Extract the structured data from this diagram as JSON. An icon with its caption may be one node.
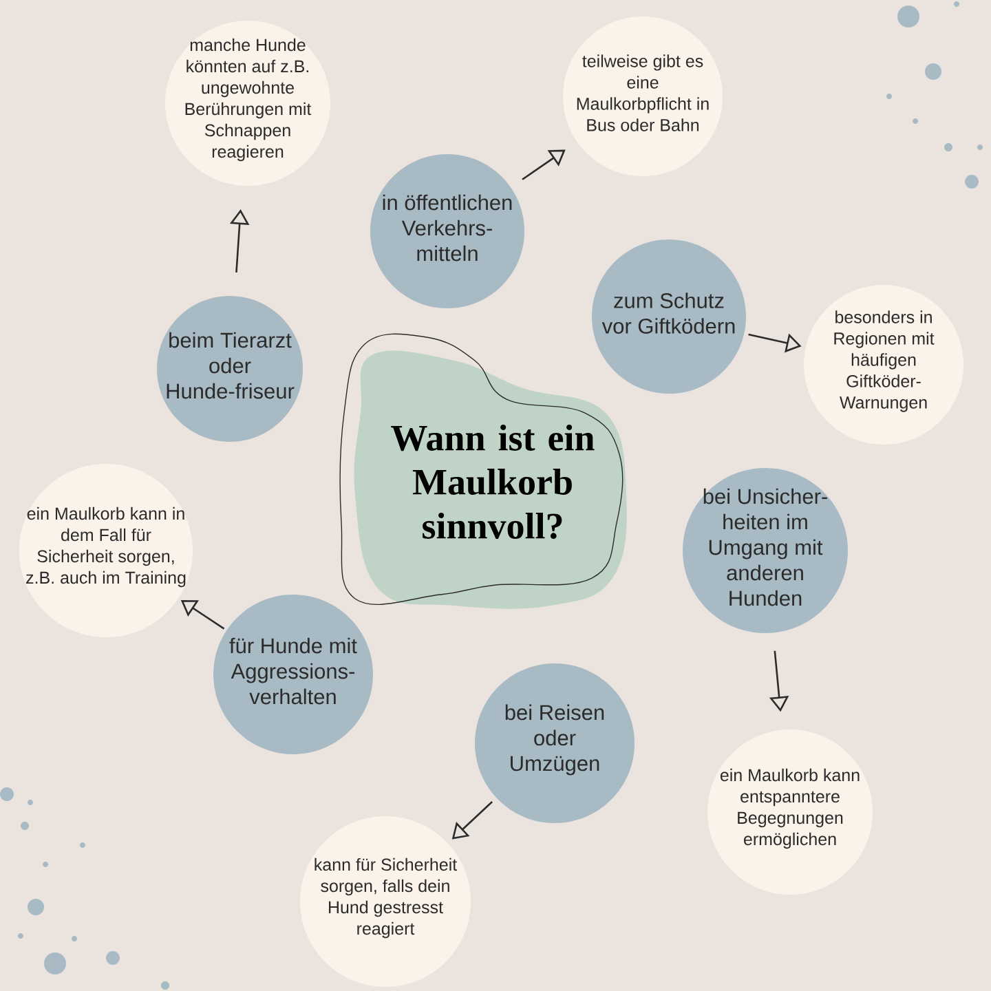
{
  "diagram": {
    "nodes": [
      {
        "text": [
          "Wann ist ein Maulkorb sinnvoll?"
        ]
      },
      {
        "text": [
          "beim Tierarzt oder Hunde-friseur"
        ]
      },
      {
        "text": [
          "manche Hunde könnten auf z.B. ungewohnte Berührungen mit Schnappen reagieren"
        ]
      },
      {
        "text": [
          "in öffentlichen Verkehrs-mitteln"
        ]
      },
      {
        "text": [
          "teilweise gibt es eine Maulkorbpflicht in Bus oder Bahn"
        ]
      },
      {
        "text": [
          "zum Schutz vor Giftködern"
        ]
      },
      {
        "text": [
          "besonders in Regionen mit häufigen Giftköder-Warnungen"
        ]
      },
      {
        "text": [
          "bei Unsicher-heiten im Umgang mit anderen Hunden"
        ]
      },
      {
        "text": [
          "ein Maulkorb kann entspanntere Begegnungen ermöglichen"
        ]
      },
      {
        "text": [
          "bei Reisen oder Umzügen"
        ]
      },
      {
        "text": [
          "kann für Sicherheit sorgen, falls dein Hund gestresst reagiert"
        ]
      },
      {
        "text": [
          "für Hunde mit Aggressions-verhalten"
        ]
      },
      {
        "text": [
          "ein Maulkorb kann in dem Fall für Sicherheit sorgen, z.B. auch im Training"
        ]
      }
    ],
    "edges": [
      {
        "from": 1,
        "to": 2,
        "arrow": "to"
      },
      {
        "from": 3,
        "to": 4,
        "arrow": "to"
      },
      {
        "from": 5,
        "to": 6,
        "arrow": "to"
      },
      {
        "from": 7,
        "to": 8,
        "arrow": "to"
      },
      {
        "from": 9,
        "to": 10,
        "arrow": "to"
      },
      {
        "from": 11,
        "to": 12,
        "arrow": "to"
      }
    ]
  }
}
